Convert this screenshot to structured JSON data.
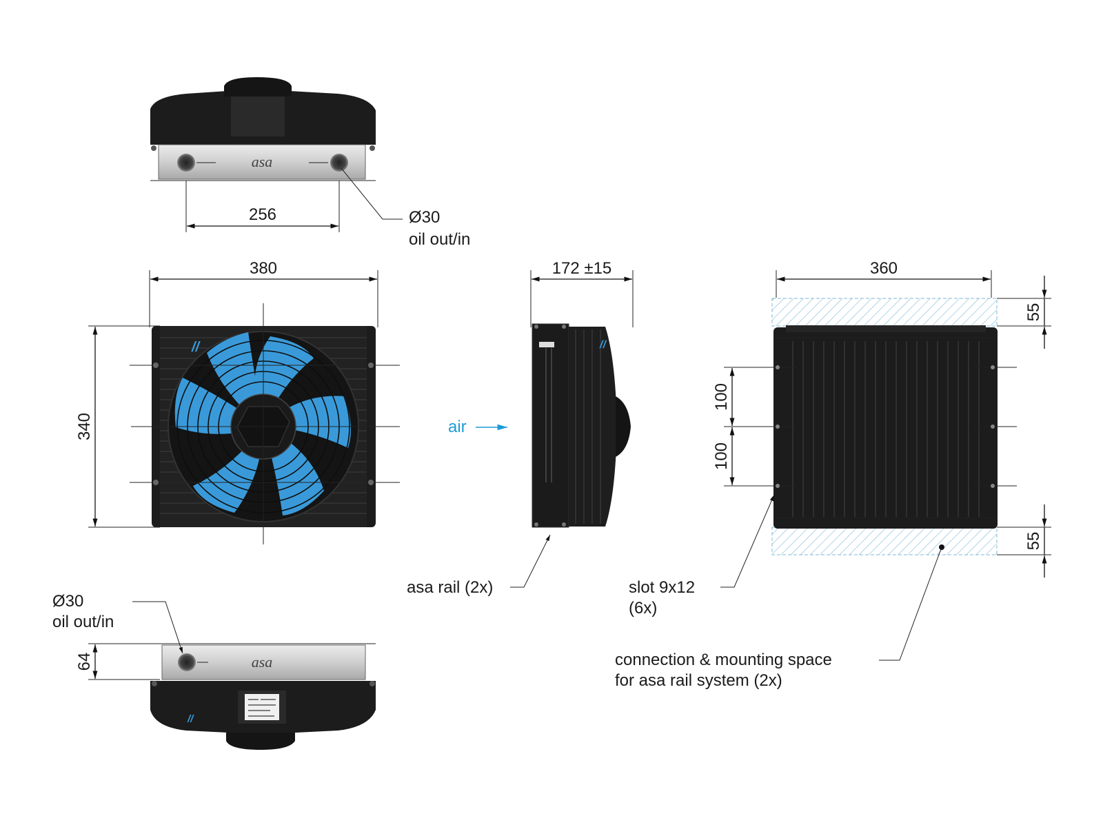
{
  "labels": {
    "top_center_dim": "256",
    "top_port_diameter": "Ø30",
    "top_port_desc": "oil out/in",
    "front_width": "380",
    "front_height": "340",
    "side_depth": "172 ±15",
    "air": "air",
    "asa_rail": "asa rail (2x)",
    "rear_width": "360",
    "rear_clear_top": "55",
    "rear_clear_bottom": "55",
    "slot_pitch_1": "100",
    "slot_pitch_2": "100",
    "slot": "slot 9x12",
    "slot_count": "(6x)",
    "conn_space_1": "connection & mounting space",
    "conn_space_2": "for asa rail system (2x)",
    "bottom_port_diameter": "Ø30",
    "bottom_port_desc": "oil out/in",
    "bottom_port_offset": "64"
  },
  "logos": {
    "top_manifold": "asa",
    "bottom_manifold": "asa"
  },
  "colors": {
    "body": "#1c1c1c",
    "fan_blade": "#3a9ad9",
    "accent_text": "#1f9ad6",
    "manifold": "#cfcfcf",
    "hatch": "#7fb8d6"
  }
}
